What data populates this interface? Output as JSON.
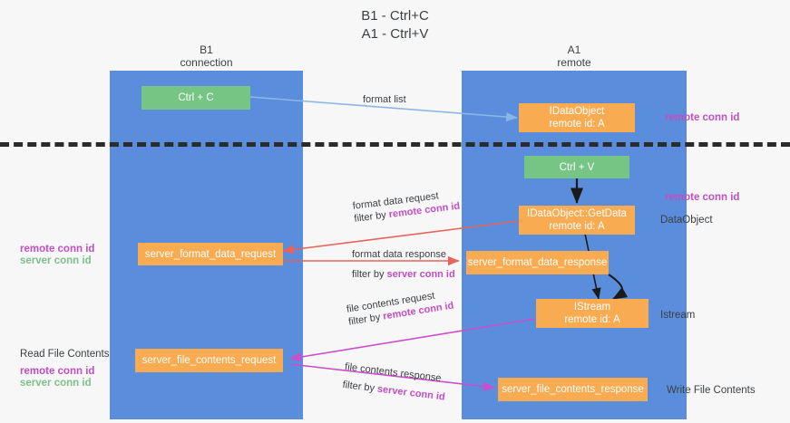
{
  "title": {
    "line1": "B1 - Ctrl+C",
    "line2": "A1 - Ctrl+V"
  },
  "lanes": [
    {
      "id": "b1",
      "name": "B1",
      "role": "connection",
      "color": "#5a8ddb"
    },
    {
      "id": "a1",
      "name": "A1",
      "role": "remote",
      "color": "#5a8ddb"
    }
  ],
  "nodes": {
    "ctrl_c": {
      "line1": "Ctrl + C",
      "line2": "",
      "color": "#76c584"
    },
    "idataobject": {
      "line1": "IDataObject",
      "line2": "remote id: A",
      "color": "#f9ab52"
    },
    "ctrl_v": {
      "line1": "Ctrl + V",
      "line2": "",
      "color": "#76c584"
    },
    "getdata": {
      "line1": "IDataObject::GetData",
      "line2": "remote id: A",
      "color": "#f9ab52"
    },
    "server_format_data_request": {
      "line1": "server_format_data_request",
      "line2": "",
      "color": "#f9ab52"
    },
    "server_format_data_response": {
      "line1": "server_format_data_response",
      "line2": "",
      "color": "#f9ab52"
    },
    "istream": {
      "line1": "IStream",
      "line2": "remote id: A",
      "color": "#f9ab52"
    },
    "server_file_contents_request": {
      "line1": "server_file_contents_request",
      "line2": "",
      "color": "#f9ab52"
    },
    "server_file_contents_response": {
      "line1": "server_file_contents_response",
      "line2": "",
      "color": "#f9ab52"
    }
  },
  "edges": {
    "format_list": {
      "label": "format list",
      "filter": "",
      "filter_key": "",
      "color": "#8bb7e8"
    },
    "format_data_request": {
      "label": "format data request",
      "filter_prefix": "filter by ",
      "filter_key": "remote conn id",
      "color": "#e8635a"
    },
    "format_data_response": {
      "label": "format data response",
      "filter_prefix": "filter by ",
      "filter_key": "server conn id",
      "color": "#e8635a"
    },
    "file_contents_request": {
      "label": "file contents request",
      "filter_prefix": "filter by ",
      "filter_key": "remote conn id",
      "color": "#cc4ecc"
    },
    "file_contents_response": {
      "label": "file contents response",
      "filter_prefix": "filter by ",
      "filter_key": "server conn id",
      "color": "#cc4ecc"
    }
  },
  "annotations": {
    "remote_conn_id_top": {
      "text": "remote conn id",
      "color": "#c24ec4"
    },
    "remote_conn_id_mid": {
      "text": "remote conn id",
      "color": "#c24ec4"
    },
    "dataobject": {
      "text": "DataObject",
      "color": "#3c4043"
    },
    "istream": {
      "text": "Istream",
      "color": "#3c4043"
    },
    "write_file_contents": {
      "text": "Write File Contents",
      "color": "#3c4043"
    },
    "read_file_contents": {
      "text": "Read File Contents",
      "color": "#3c4043"
    },
    "left_mid_remote": {
      "text": "remote conn id",
      "color": "#c24ec4"
    },
    "left_mid_server": {
      "text": "server conn id",
      "color": "#7cc18c"
    },
    "left_low_remote": {
      "text": "remote conn id",
      "color": "#c24ec4"
    },
    "left_low_server": {
      "text": "server conn id",
      "color": "#7cc18c"
    }
  },
  "colors": {
    "lane": "#5a8ddb",
    "orange": "#f9ab52",
    "green": "#76c584",
    "purple": "#c24ec4",
    "green_text": "#7cc18c",
    "red_arrow": "#e8635a",
    "blue_arrow": "#8bb7e8",
    "magenta_arrow": "#cc4ecc",
    "background": "#f7f7f7",
    "divider": "#2b2b2b"
  }
}
